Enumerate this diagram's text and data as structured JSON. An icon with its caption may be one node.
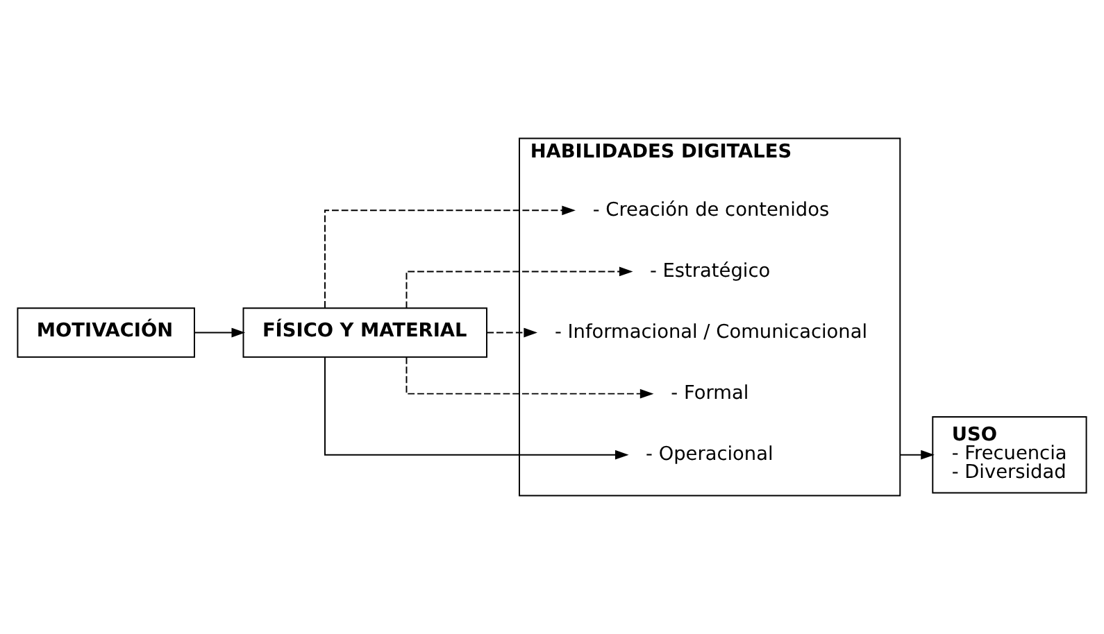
{
  "diagram": {
    "nodes": [
      {
        "text": [
          "USO",
          "- Frecuencia",
          "- Diversidad"
        ]
      },
      {
        "text": [
          "HABILIDADES DIGITALES"
        ]
      },
      {
        "text": [
          "- Creación de contenidos"
        ],
        "in": 1
      },
      {
        "text": [
          "- Estratégico"
        ],
        "in": 1
      },
      {
        "text": [
          "- Informacional / Comunicacional"
        ],
        "in": 1
      },
      {
        "text": [
          "- Formal"
        ],
        "in": 1
      },
      {
        "text": [
          "- Operacional"
        ],
        "in": 1
      },
      {
        "text": [
          "FÍSICO Y MATERIAL"
        ]
      },
      {
        "text": [
          "MOTIVACIÓN"
        ]
      }
    ],
    "edges": [
      {
        "from": 8,
        "to": 7,
        "arrow": "to"
      },
      {
        "from": 7,
        "to": 6,
        "arrow": "to"
      },
      {
        "from": 7,
        "to": 5,
        "arrow": "to",
        "style": "dashed"
      },
      {
        "from": 7,
        "to": 4,
        "arrow": "to",
        "style": "dashed"
      },
      {
        "from": 7,
        "to": 3,
        "arrow": "to",
        "style": "dashed"
      },
      {
        "from": 7,
        "to": 2,
        "arrow": "to",
        "style": "dashed"
      },
      {
        "from": 1,
        "to": 0,
        "arrow": "to"
      }
    ]
  }
}
